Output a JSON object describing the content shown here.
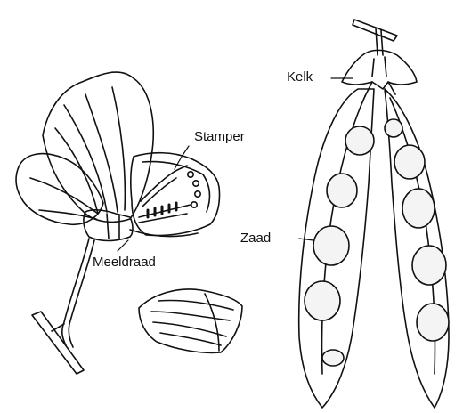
{
  "labels": {
    "stamper": "Stamper",
    "meeldraad": "Meeldraad",
    "kelk": "Kelk",
    "zaad": "Zaad"
  },
  "colors": {
    "ink": "#111111",
    "background": "#ffffff",
    "seed_fill": "#f4f4f4"
  }
}
